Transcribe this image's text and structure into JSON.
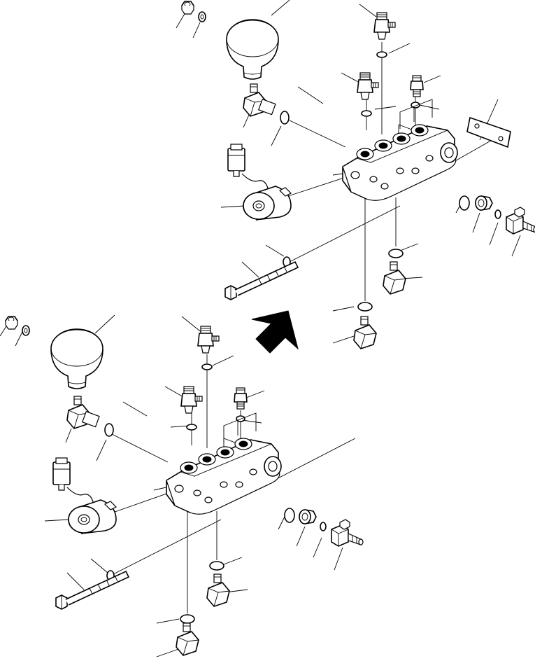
{
  "diagram": {
    "assemblies": [
      {
        "name": "upper-valve-assembly"
      },
      {
        "name": "lower-valve-assembly"
      }
    ],
    "direction_arrow": "front-direction-arrow",
    "colors": {
      "line": "#000000",
      "background": "#ffffff"
    }
  }
}
